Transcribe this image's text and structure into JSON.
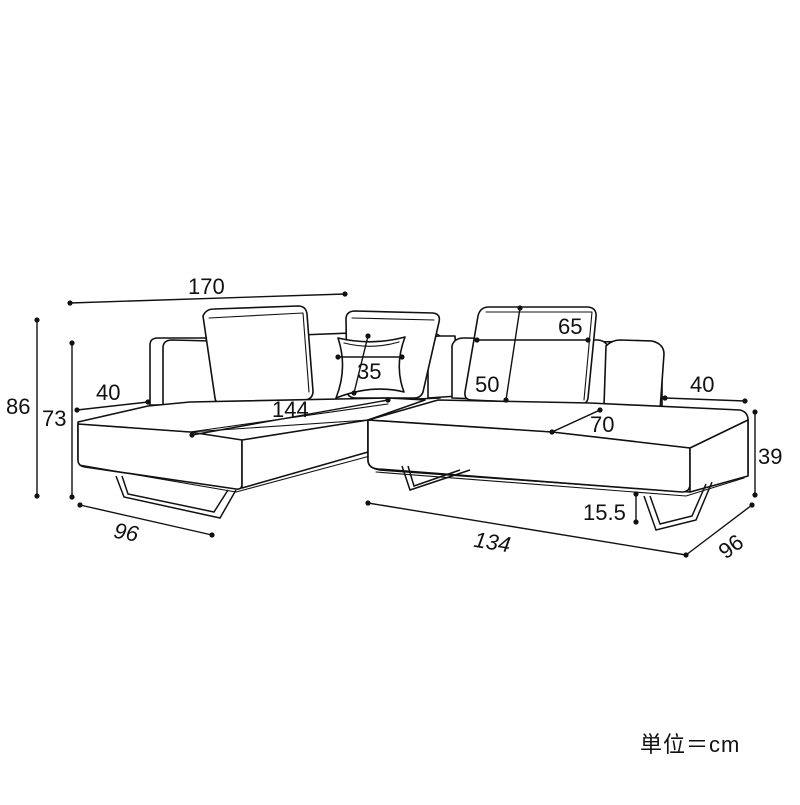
{
  "dimensions": {
    "overall_width": "170",
    "overall_height": "86",
    "back_height": "73",
    "armrest_width_left": "40",
    "armrest_width_right": "40",
    "left_seat_width": "144",
    "left_depth": "96",
    "right_length": "134",
    "right_depth": "96",
    "seat_height": "39",
    "leg_height": "15.5",
    "cushion_height": "65",
    "cushion_width": "50",
    "pillow_size": "35",
    "seat_depth": "70"
  },
  "unit_label": "単位＝cm"
}
